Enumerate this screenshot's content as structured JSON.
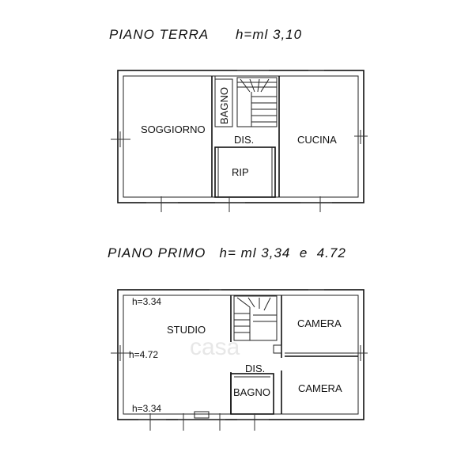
{
  "ground_floor": {
    "title": "PIANO TERRA      h=ml 3,10",
    "rooms": {
      "soggiorno": "SOGGIORNO",
      "bagno": "BAGNO",
      "dis": "DIS.",
      "cucina": "CUCINA",
      "rip": "RIP"
    }
  },
  "first_floor": {
    "title": "PIANO PRIMO   h= ml 3,34  e  4.72",
    "rooms": {
      "studio": "STUDIO",
      "camera_1": "CAMERA",
      "camera_2": "CAMERA",
      "dis": "DIS.",
      "bagno": "BAGNO"
    },
    "heights": {
      "top": "h=3.34",
      "middle": "h=4.72",
      "bottom": "h=3.34"
    }
  },
  "watermark": "casa"
}
